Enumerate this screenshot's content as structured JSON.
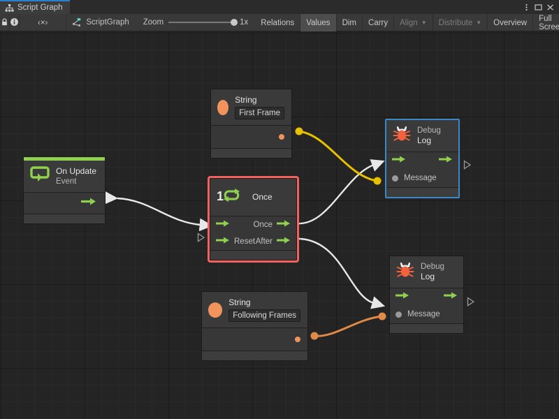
{
  "window": {
    "tab_label": "Script Graph",
    "tab_icon": "sitemap-icon",
    "controls": [
      {
        "name": "more-options",
        "icon": "vertical-dots-icon"
      },
      {
        "name": "maximize",
        "icon": "maximize-square-icon"
      },
      {
        "name": "close",
        "icon": "close-x-icon"
      }
    ]
  },
  "toolbar": {
    "lock_icon": "lock-icon",
    "info_icon": "info-icon",
    "code_label": "‹×›",
    "graph_name": "ScriptGraph",
    "graph_icon": "script-graph-icon",
    "zoom_label": "Zoom",
    "zoom_value": "1x",
    "zoom_percent": 100,
    "buttons": [
      {
        "label": "Relations",
        "active": false,
        "dimmed": false,
        "caret": false
      },
      {
        "label": "Values",
        "active": true,
        "dimmed": false,
        "caret": false
      },
      {
        "label": "Dim",
        "active": false,
        "dimmed": false,
        "caret": false
      },
      {
        "label": "Carry",
        "active": false,
        "dimmed": false,
        "caret": false
      },
      {
        "label": "Align",
        "active": false,
        "dimmed": true,
        "caret": true
      },
      {
        "label": "Distribute",
        "active": false,
        "dimmed": true,
        "caret": true
      },
      {
        "label": "Overview",
        "active": false,
        "dimmed": false,
        "caret": false
      },
      {
        "label": "Full Screen",
        "active": false,
        "dimmed": false,
        "caret": false
      }
    ]
  },
  "graph": {
    "nodes": {
      "on_update": {
        "title": "On Update",
        "subtitle": "Event",
        "icon": "event-loop-icon",
        "accent_color": "#8fd14f",
        "selected": false
      },
      "string_first": {
        "title": "String",
        "icon": "string-circle-icon",
        "value": "First Frame",
        "selected": false
      },
      "string_following": {
        "title": "String",
        "icon": "string-circle-icon",
        "value": "Following Frames",
        "selected": false
      },
      "once": {
        "badge": "1",
        "title": "Once",
        "icon": "once-loop-icon",
        "selected": true,
        "selection_color": "#f4615f",
        "inputs": [
          {
            "label": "",
            "icon": "flow-arrow-icon"
          },
          {
            "label": "Reset",
            "icon": "flow-arrow-icon"
          }
        ],
        "outputs": [
          {
            "label": "Once",
            "icon": "flow-arrow-icon"
          },
          {
            "label": "After",
            "icon": "flow-arrow-icon"
          }
        ]
      },
      "debug_log_top": {
        "title": "Debug",
        "subtitle": "Log",
        "icon": "bug-icon",
        "selected": true,
        "selection_color": "#3a88c8",
        "message_label": "Message"
      },
      "debug_log_bottom": {
        "title": "Debug",
        "subtitle": "Log",
        "icon": "bug-icon",
        "selected": false,
        "message_label": "Message"
      }
    },
    "edges": [
      {
        "name": "on-update-to-once",
        "type": "flow",
        "color": "#e8e8e8"
      },
      {
        "name": "once-out-to-debug-top",
        "type": "flow",
        "color": "#e8e8e8"
      },
      {
        "name": "after-out-to-debug-bottom",
        "type": "flow",
        "color": "#e8e8e8"
      },
      {
        "name": "string-first-to-debug-top-message",
        "type": "value",
        "color": "#e8c000"
      },
      {
        "name": "string-following-to-debug-bottom-message",
        "type": "value",
        "color": "#e08a48"
      }
    ]
  }
}
